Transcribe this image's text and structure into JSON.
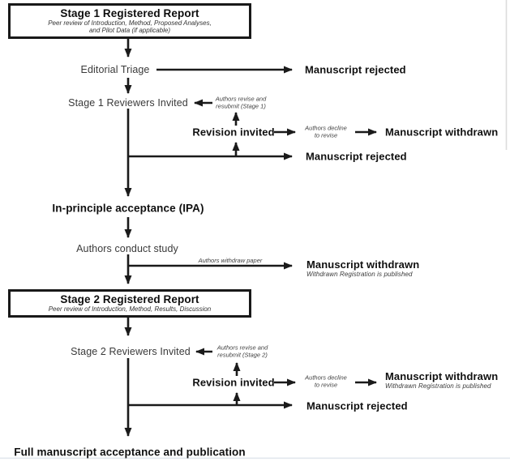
{
  "diagram": {
    "stage1": {
      "box": {
        "title": "Stage 1 Registered Report",
        "subtitle": [
          "Peer review of Introduction, Method, Proposed Analyses,",
          "and Pilot Data (if applicable)"
        ]
      },
      "editorial_triage": "Editorial Triage",
      "triage_rejected": "Manuscript rejected",
      "reviewers_invited": "Stage 1 Reviewers Invited",
      "revise_resubmit": [
        "Authors revise and",
        "resubmit (Stage 1)"
      ],
      "revision_invited": "Revision invited",
      "decline_to_revise": [
        "Authors decline",
        "to revise"
      ],
      "withdrawn": "Manuscript withdrawn",
      "rejected": "Manuscript rejected"
    },
    "middle": {
      "ipa": "In-principle acceptance (IPA)",
      "conduct_study": "Authors conduct study",
      "withdraw_paper": "Authors withdraw paper",
      "withdrawn": "Manuscript withdrawn",
      "withdrawn_note": "Withdrawn Registration is published"
    },
    "stage2": {
      "box": {
        "title": "Stage 2 Registered Report",
        "subtitle": [
          "Peer review of Introduction, Method, Results, Discussion"
        ]
      },
      "reviewers_invited": "Stage 2 Reviewers Invited",
      "revise_resubmit": [
        "Authors revise and",
        "resubmit (Stage 2)"
      ],
      "revision_invited": "Revision invited",
      "decline_to_revise": [
        "Authors decline",
        "to revise"
      ],
      "withdrawn": "Manuscript withdrawn",
      "withdrawn_note": "Withdrawn Registration is published",
      "rejected": "Manuscript rejected",
      "final": "Full manuscript acceptance and publication"
    },
    "colors": {
      "line": "#1a1a1a",
      "text": "#3a3a3a",
      "bold_text": "#101010"
    }
  }
}
